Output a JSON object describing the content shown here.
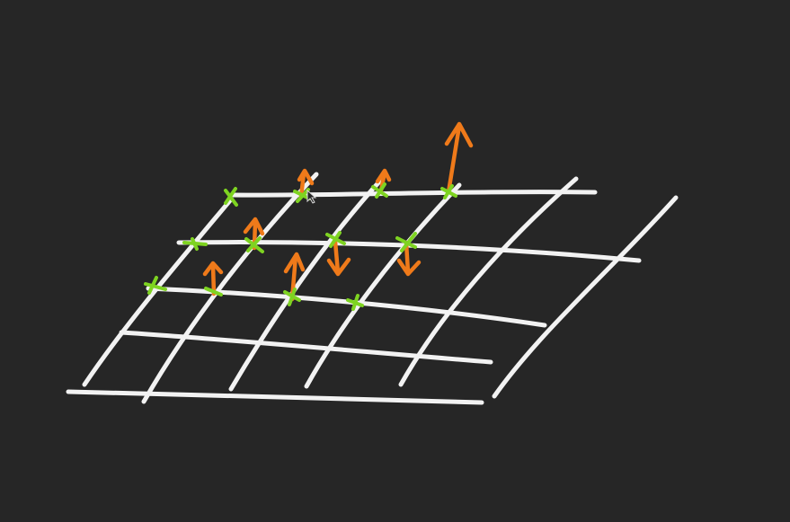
{
  "diagram": {
    "background_color": "#262626",
    "grid_color": "#f2f2f2",
    "point_color": "#7ed321",
    "arrow_color": "#ef7a1a",
    "grid": {
      "rows": 5,
      "columns": 6
    },
    "control_points": [
      {
        "row": 0,
        "col": 0,
        "displacement": "none"
      },
      {
        "row": 0,
        "col": 1,
        "displacement": "up"
      },
      {
        "row": 0,
        "col": 2,
        "displacement": "up"
      },
      {
        "row": 0,
        "col": 3,
        "displacement": "up"
      },
      {
        "row": 1,
        "col": 0,
        "displacement": "none"
      },
      {
        "row": 1,
        "col": 1,
        "displacement": "up"
      },
      {
        "row": 1,
        "col": 2,
        "displacement": "down"
      },
      {
        "row": 1,
        "col": 3,
        "displacement": "down"
      },
      {
        "row": 2,
        "col": 0,
        "displacement": "none"
      },
      {
        "row": 2,
        "col": 1,
        "displacement": "up"
      },
      {
        "row": 2,
        "col": 2,
        "displacement": "up"
      },
      {
        "row": 2,
        "col": 3,
        "displacement": "none"
      }
    ],
    "cursor_icon": "mouse-pointer-icon"
  }
}
